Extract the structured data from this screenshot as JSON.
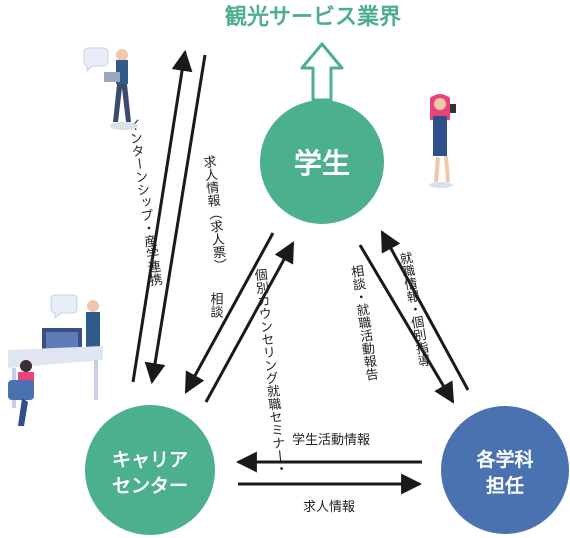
{
  "header": {
    "text": "観光サービス業界",
    "color": "#4caf8e"
  },
  "nodes": {
    "student": {
      "label": "学生",
      "color": "#4caf8e"
    },
    "career_center": {
      "label_line1": "キャリア",
      "label_line2": "センター",
      "color": "#4caf8e"
    },
    "department": {
      "label_line1": "各学科",
      "label_line2": "担任",
      "color": "#4a72b0"
    }
  },
  "edges": {
    "internship": "インターンシップ・産学連携",
    "job_info_vertical": "求人情報（求人票）",
    "consult_left": "相談",
    "seminar": "個別カウンセリング就職セミナー・",
    "consult_report": "相談・就職活動報告",
    "guidance": "就職情報・個別指導",
    "activity_info": "学生活動情報",
    "job_info_bottom": "求人情報"
  },
  "icons": {
    "people": [
      "person-with-laptop-icon",
      "woman-with-phone-icon",
      "office-desk-workers-icon"
    ]
  },
  "colors": {
    "arrow": "#1a1a1a",
    "up_arrow": "#4caf8e"
  }
}
